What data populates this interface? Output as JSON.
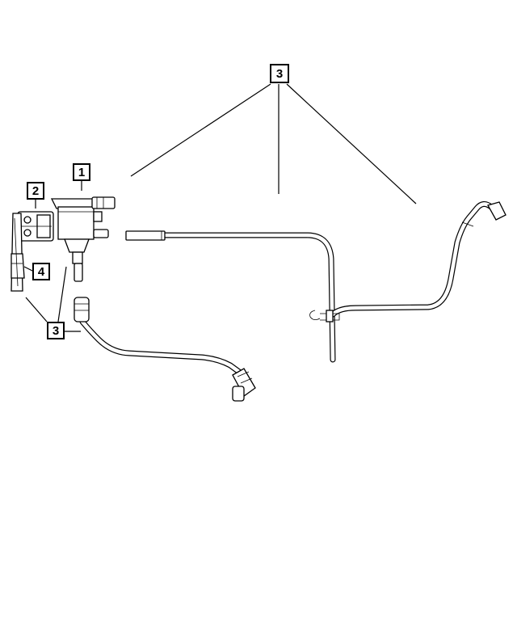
{
  "callouts": [
    {
      "id": "callout-1",
      "label": "1"
    },
    {
      "id": "callout-2",
      "label": "2"
    },
    {
      "id": "callout-3-top",
      "label": "3"
    },
    {
      "id": "callout-3-bottom",
      "label": "3"
    },
    {
      "id": "callout-4",
      "label": "4"
    }
  ]
}
